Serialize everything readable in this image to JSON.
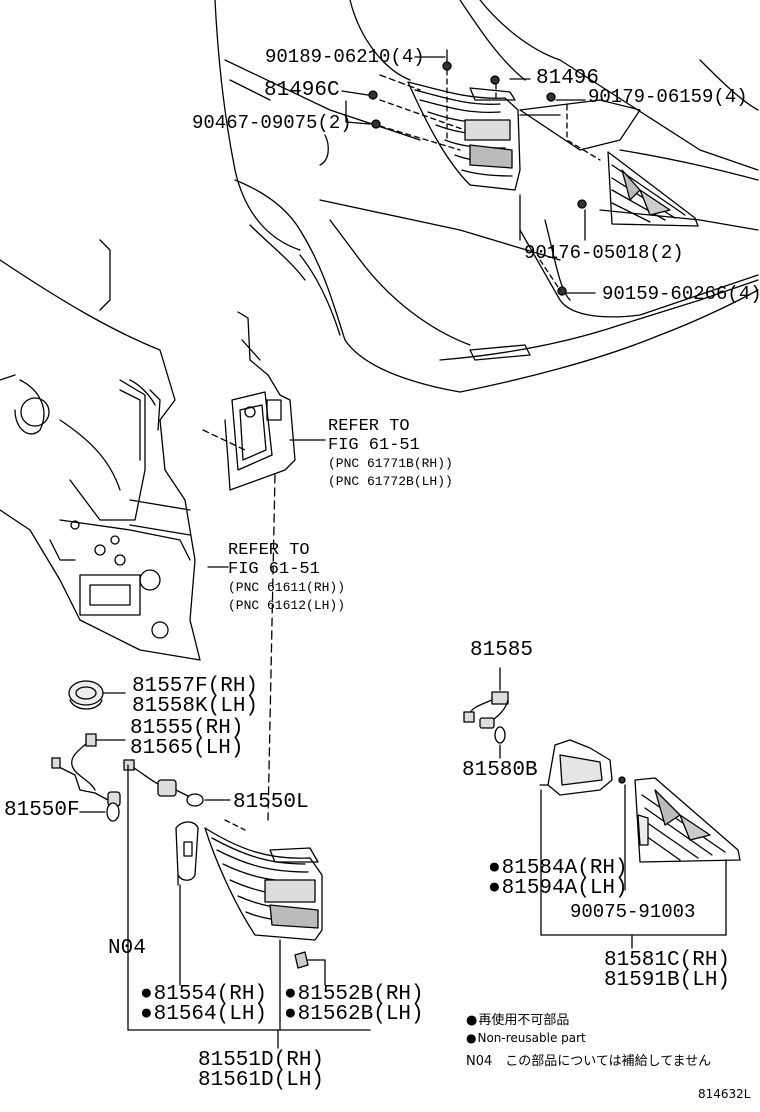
{
  "parts": {
    "p_90189_06210": "90189-06210(4)",
    "p_81496": "81496",
    "p_81496c": "81496C",
    "p_90179_06159": "90179-06159(4)",
    "p_90467_09075": "90467-09075(2)",
    "p_90176_05018": "90176-05018(2)",
    "p_90159_60266": "90159-60266(4)",
    "p_81557f": "81557F(RH)",
    "p_81558k": "81558K(LH)",
    "p_81555": "81555(RH)",
    "p_81565": "81565(LH)",
    "p_81550f": "81550F",
    "p_81550l": "81550L",
    "p_n04": "N04",
    "p_81554": "81554(RH)",
    "p_81564": "81564(LH)",
    "p_81552b": "81552B(RH)",
    "p_81562b": "81562B(LH)",
    "p_81551d": "81551D(RH)",
    "p_81561d": "81561D(LH)",
    "p_81585": "81585",
    "p_81580b": "81580B",
    "p_81584a": "81584A(RH)",
    "p_81594a": "81594A(LH)",
    "p_90075_91003": "90075-91003",
    "p_81581c": "81581C(RH)",
    "p_81591b": "81591B(LH)"
  },
  "refs": {
    "ref1_line1": "REFER TO",
    "ref1_line2": "FIG 61-51",
    "ref1_line3": "(PNC 61771B(RH))",
    "ref1_line4": "(PNC 61772B(LH))",
    "ref2_line1": "REFER TO",
    "ref2_line2": "FIG 61-51",
    "ref2_line3": "(PNC 61611(RH))",
    "ref2_line4": "(PNC 61612(LH))"
  },
  "legend": {
    "nonreusable_jp": "再使用不可部品",
    "nonreusable_en": "Non-reusable part",
    "n04_note": "N04　この部品については補給してません"
  },
  "diagram_id": "814632L"
}
